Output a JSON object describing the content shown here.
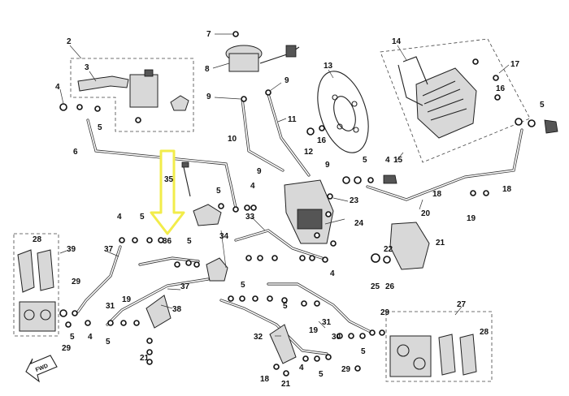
{
  "diagram": {
    "callouts": [
      {
        "id": "c2",
        "text": "2"
      },
      {
        "id": "c3",
        "text": "3"
      },
      {
        "id": "c4a",
        "text": "4"
      },
      {
        "id": "c5a",
        "text": "5"
      },
      {
        "id": "c6",
        "text": "6"
      },
      {
        "id": "c7",
        "text": "7"
      },
      {
        "id": "c8",
        "text": "8"
      },
      {
        "id": "c9a",
        "text": "9"
      },
      {
        "id": "c9b",
        "text": "9"
      },
      {
        "id": "c10",
        "text": "10"
      },
      {
        "id": "c11",
        "text": "11"
      },
      {
        "id": "c13",
        "text": "13"
      },
      {
        "id": "c12",
        "text": "12"
      },
      {
        "id": "c16a",
        "text": "16"
      },
      {
        "id": "c14",
        "text": "14"
      },
      {
        "id": "c17",
        "text": "17"
      },
      {
        "id": "c16b",
        "text": "16"
      },
      {
        "id": "c15",
        "text": "15"
      },
      {
        "id": "c5b",
        "text": "5"
      },
      {
        "id": "c4b",
        "text": "4"
      },
      {
        "id": "c5c",
        "text": "5"
      },
      {
        "id": "c9c",
        "text": "9"
      },
      {
        "id": "c9d",
        "text": "9"
      },
      {
        "id": "c35",
        "text": "35"
      },
      {
        "id": "c5d",
        "text": "5"
      },
      {
        "id": "c4c",
        "text": "4"
      },
      {
        "id": "c23",
        "text": "23"
      },
      {
        "id": "c18a",
        "text": "18"
      },
      {
        "id": "c18b",
        "text": "18"
      },
      {
        "id": "c19a",
        "text": "19"
      },
      {
        "id": "c20",
        "text": "20"
      },
      {
        "id": "c24",
        "text": "24"
      },
      {
        "id": "c33",
        "text": "33"
      },
      {
        "id": "c34",
        "text": "34"
      },
      {
        "id": "c4d",
        "text": "4"
      },
      {
        "id": "c5e",
        "text": "5"
      },
      {
        "id": "c36",
        "text": "36"
      },
      {
        "id": "c28a",
        "text": "28"
      },
      {
        "id": "c39",
        "text": "39"
      },
      {
        "id": "c37a",
        "text": "37"
      },
      {
        "id": "c5f",
        "text": "5"
      },
      {
        "id": "c22",
        "text": "22"
      },
      {
        "id": "c21",
        "text": "21"
      },
      {
        "id": "c25",
        "text": "25"
      },
      {
        "id": "c26",
        "text": "26"
      },
      {
        "id": "c29a",
        "text": "29"
      },
      {
        "id": "c31a",
        "text": "31"
      },
      {
        "id": "c19b",
        "text": "19"
      },
      {
        "id": "c37b",
        "text": "37"
      },
      {
        "id": "c38",
        "text": "38"
      },
      {
        "id": "c5g",
        "text": "5"
      },
      {
        "id": "c4e",
        "text": "4"
      },
      {
        "id": "c5h",
        "text": "5"
      },
      {
        "id": "c29b",
        "text": "29"
      },
      {
        "id": "c21b",
        "text": "21"
      },
      {
        "id": "c5i",
        "text": "5"
      },
      {
        "id": "c4f",
        "text": "4"
      },
      {
        "id": "c5j",
        "text": "5"
      },
      {
        "id": "c31b",
        "text": "31"
      },
      {
        "id": "c19c",
        "text": "19"
      },
      {
        "id": "c30",
        "text": "30"
      },
      {
        "id": "c32",
        "text": "32"
      },
      {
        "id": "c4g",
        "text": "4"
      },
      {
        "id": "c5k",
        "text": "5"
      },
      {
        "id": "c29c",
        "text": "29"
      },
      {
        "id": "c27",
        "text": "27"
      },
      {
        "id": "c28b",
        "text": "28"
      },
      {
        "id": "c18c",
        "text": "18"
      },
      {
        "id": "c21c",
        "text": "21"
      },
      {
        "id": "c29d",
        "text": "29"
      },
      {
        "id": "c5l",
        "text": "5"
      }
    ],
    "direction_label": "FWD",
    "highlight_color": "#f2ec4a"
  }
}
